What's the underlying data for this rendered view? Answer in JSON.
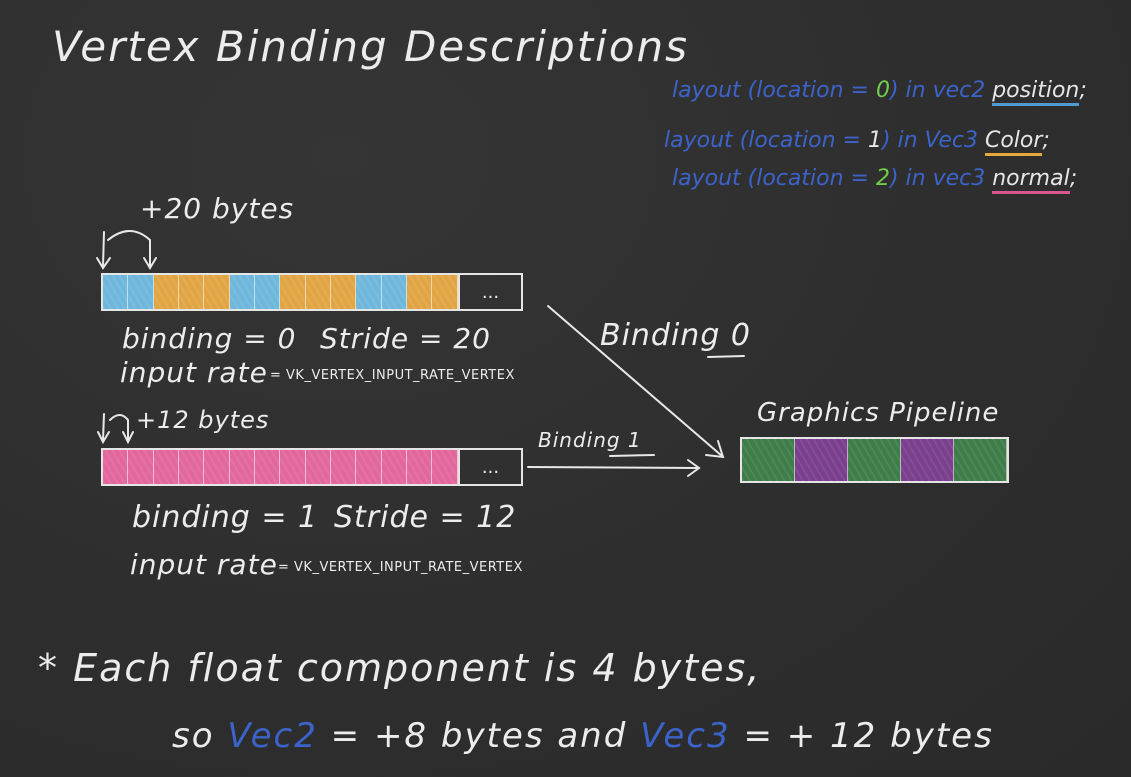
{
  "title": "Vertex Binding Descriptions",
  "layout_code": [
    {
      "prefix": "layout",
      "open": " (location = ",
      "loc": "0",
      "close": ") in vec2 ",
      "name": "position",
      "end": ";",
      "underline": "blue"
    },
    {
      "prefix": "layout",
      "open": " (location = ",
      "loc": "1",
      "close": ") in Vec3 ",
      "name": "Color",
      "end": ";",
      "underline": "yellow"
    },
    {
      "prefix": "layout",
      "open": " (location = ",
      "loc": "2",
      "close": ") in vec3 ",
      "name": "normal",
      "end": ";",
      "underline": "pink"
    }
  ],
  "binding0": {
    "offset_label": "+20 bytes",
    "binding_text": "binding = 0",
    "stride_text": "Stride = 20",
    "rate_label": "input rate",
    "rate_value": "= VK_VERTEX_INPUT_RATE_VERTEX",
    "dots": "...",
    "arrow_label": "Binding 0"
  },
  "binding1": {
    "offset_label": "+12 bytes",
    "binding_text": "binding = 1",
    "stride_text": "Stride = 12",
    "rate_label": "input rate",
    "rate_value": "= VK_VERTEX_INPUT_RATE_VERTEX",
    "dots": "...",
    "arrow_label": "Binding 1"
  },
  "pipeline_label": "Graphics Pipeline",
  "footnote": {
    "line1": "* Each float component is 4 bytes,",
    "line2_pre": "so ",
    "vec2": "Vec2",
    "line2_mid": " = +8 bytes   and   ",
    "vec3": "Vec3",
    "line2_post": " =  + 12 bytes"
  },
  "colors": {
    "background": "#2f2f2f",
    "chalk": "#ececec",
    "position_blue": "#6fb8dc",
    "color_yellow": "#e2a544",
    "normal_pink": "#e2679c",
    "code_blue": "#3b63c9",
    "location_green": "#6fcf4a",
    "pipeline_green": "#3e7d4a",
    "pipeline_purple": "#7a3f8e"
  }
}
